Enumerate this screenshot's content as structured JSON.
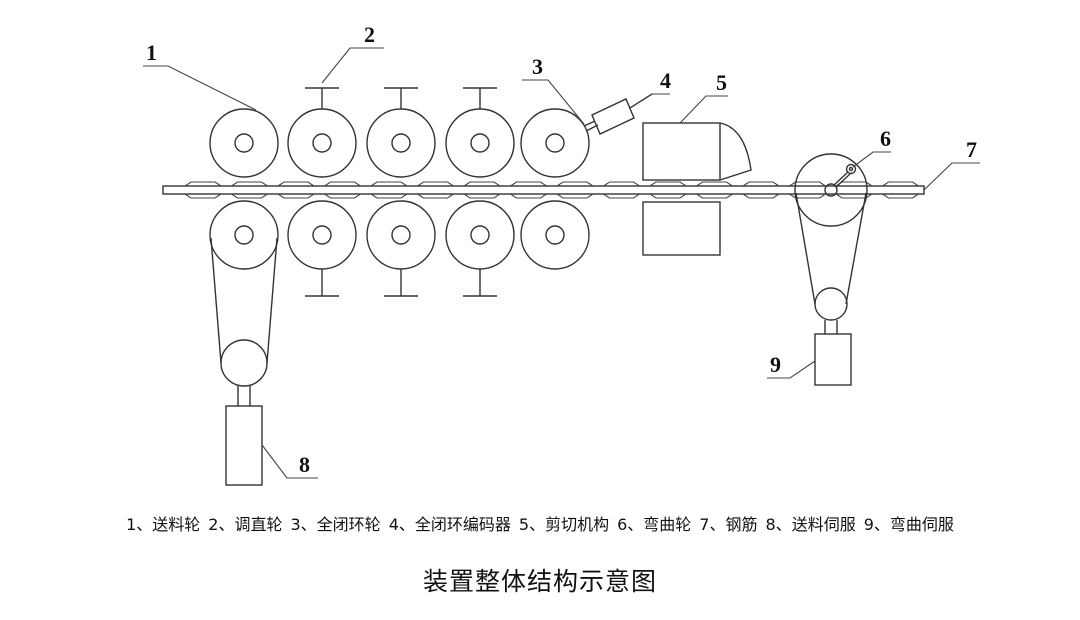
{
  "diagram": {
    "part_numbers": {
      "feed_wheel": "1",
      "straightening_wheel": "2",
      "closed_loop_wheel": "3",
      "closed_loop_encoder": "4",
      "shearing_mechanism": "5",
      "bending_wheel": "6",
      "rebar": "7",
      "feed_servo": "8",
      "bending_servo": "9"
    },
    "upper_roller_count": 5,
    "lower_roller_count": 5,
    "rib_count": 16
  },
  "legend": {
    "items": [
      {
        "num": "1、",
        "label": "送料轮"
      },
      {
        "num": "2、",
        "label": "调直轮"
      },
      {
        "num": "3、",
        "label": "全闭环轮"
      },
      {
        "num": "4、",
        "label": "全闭环编码器"
      },
      {
        "num": "5、",
        "label": "剪切机构"
      },
      {
        "num": "6、",
        "label": "弯曲轮"
      },
      {
        "num": "7、",
        "label": "钢筋"
      },
      {
        "num": "8、",
        "label": "送料伺服"
      },
      {
        "num": "9、",
        "label": "弯曲伺服"
      }
    ]
  },
  "caption": "装置整体结构示意图"
}
